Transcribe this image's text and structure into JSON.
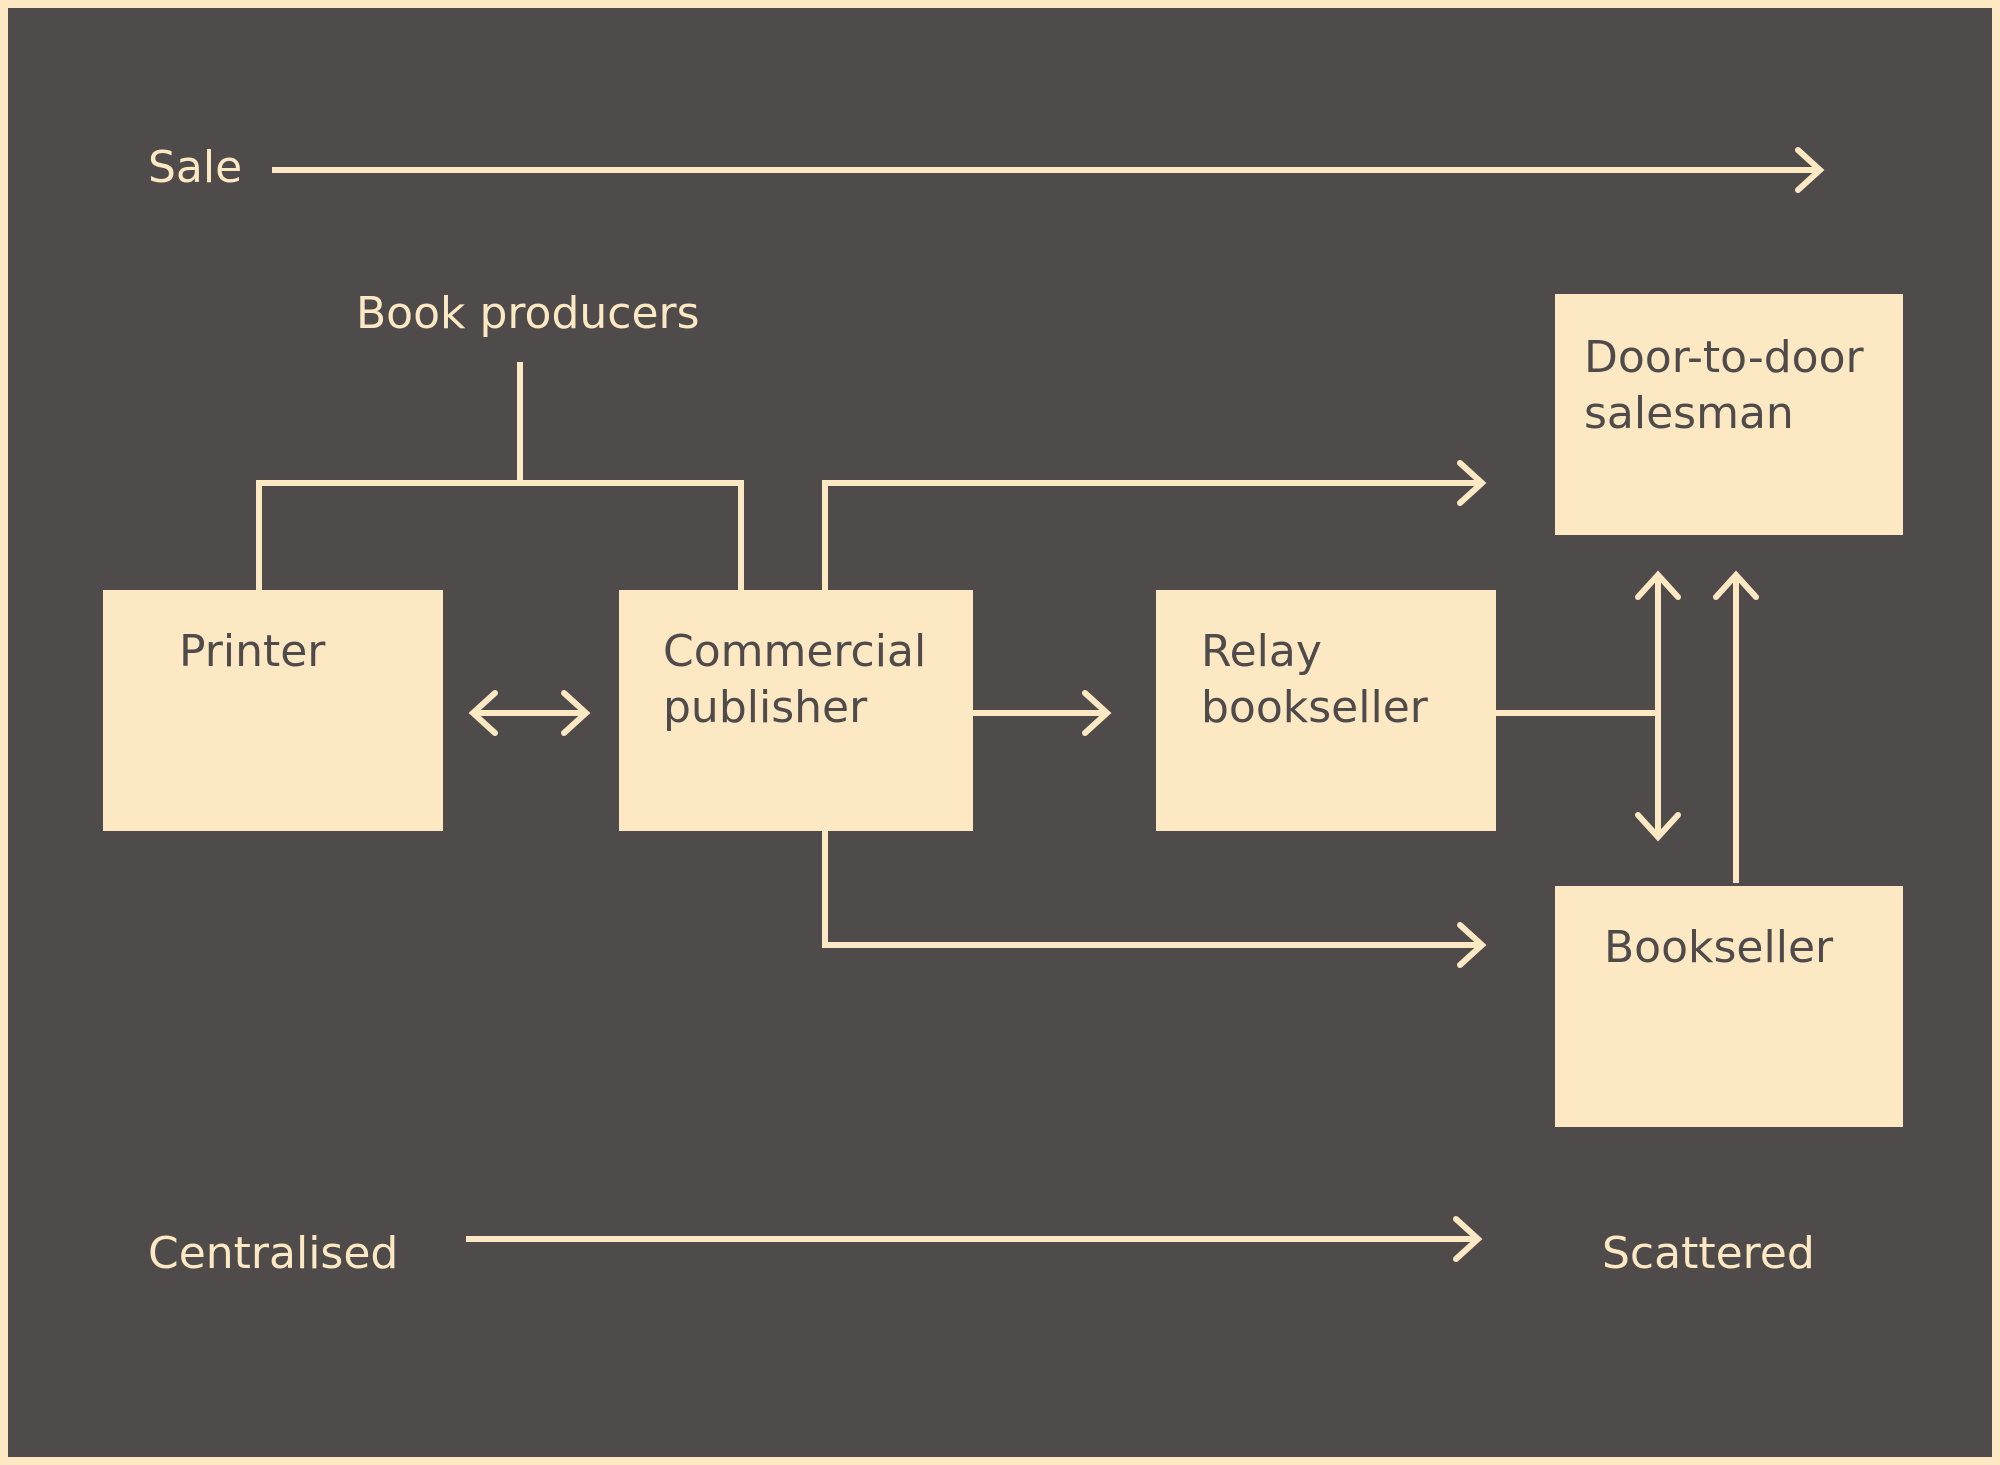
{
  "diagram": {
    "sale_label": "Sale",
    "group_label": "Book producers",
    "nodes": {
      "printer": {
        "lines": [
          "Printer"
        ]
      },
      "publisher": {
        "lines": [
          "Commercial",
          "publisher"
        ]
      },
      "relay": {
        "lines": [
          "Relay",
          "bookseller"
        ]
      },
      "door": {
        "lines": [
          "Door-to-door",
          "salesman"
        ]
      },
      "bookseller": {
        "lines": [
          "Bookseller"
        ]
      }
    },
    "axis": {
      "from": "Centralised",
      "to": "Scattered"
    }
  },
  "colors": {
    "background": "#4f4b4a",
    "foreground": "#fde8c4"
  }
}
